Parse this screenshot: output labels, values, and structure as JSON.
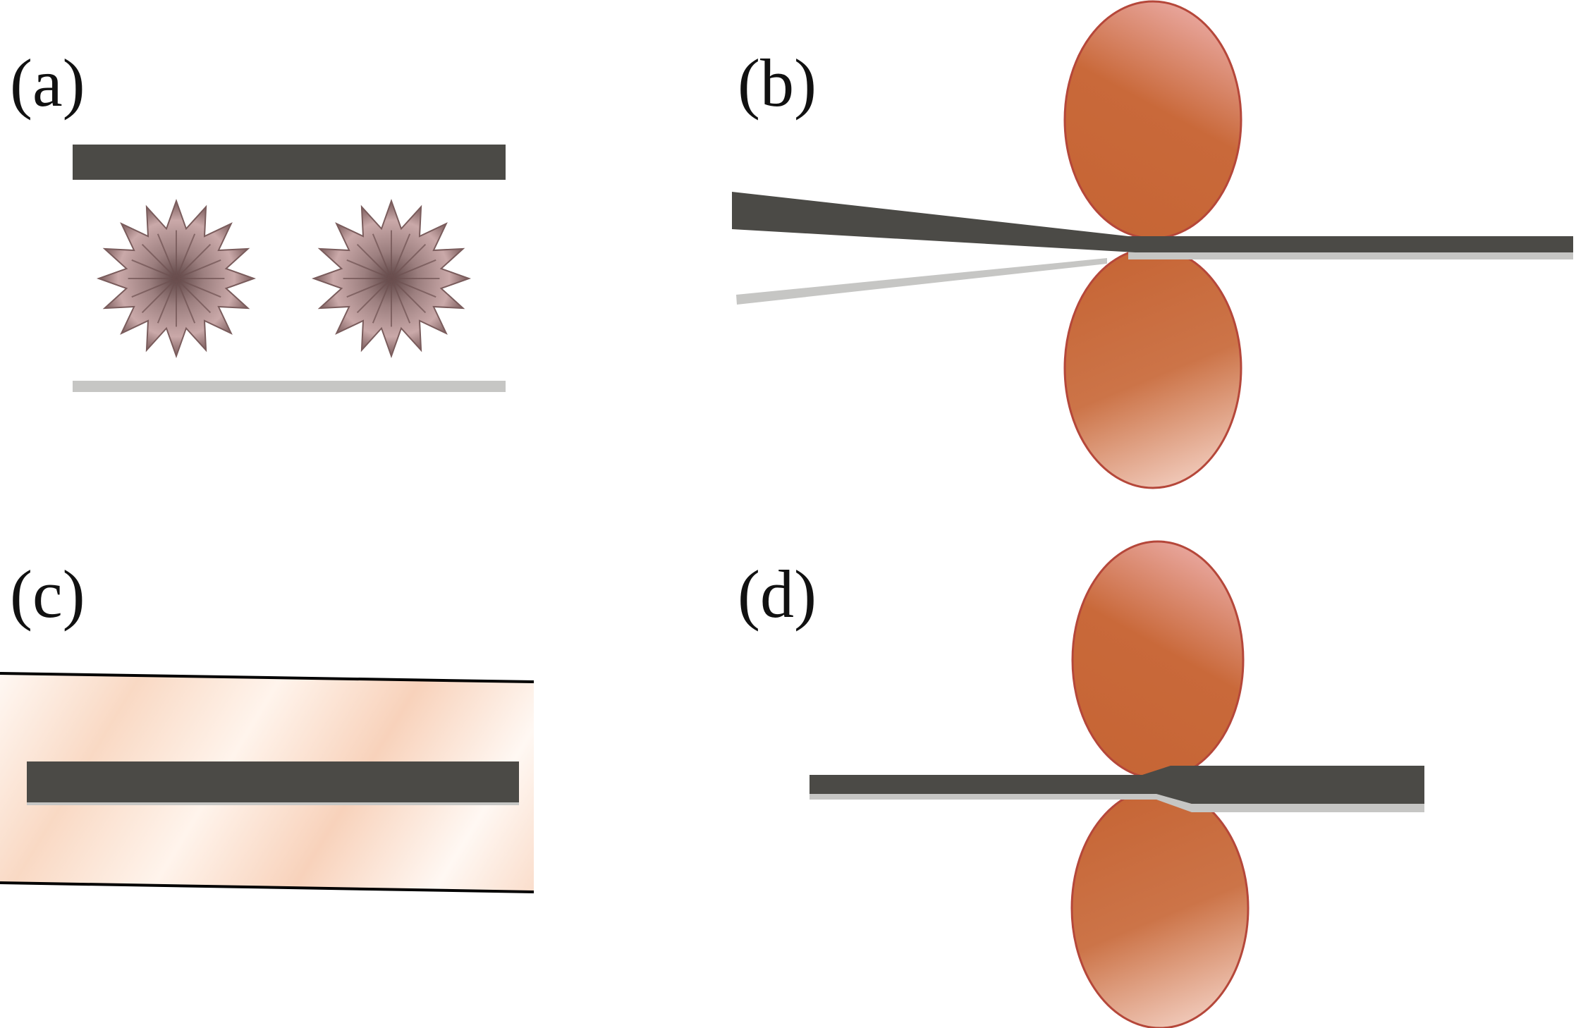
{
  "panels": [
    {
      "id": "a",
      "label": "(a)"
    },
    {
      "id": "b",
      "label": "(b)"
    },
    {
      "id": "c",
      "label": "(c)"
    },
    {
      "id": "d",
      "label": "(d)"
    }
  ],
  "colors": {
    "bar_dark": "#4b4a46",
    "bar_light": "#c6c6c4",
    "roller": "#c96a3a",
    "roller_highlight": "#e6a29a",
    "roller_outline": "#b5473a",
    "particle": "#8f7272",
    "sleeve": "#fbe7dc",
    "sleeve_outline": "#000000"
  }
}
